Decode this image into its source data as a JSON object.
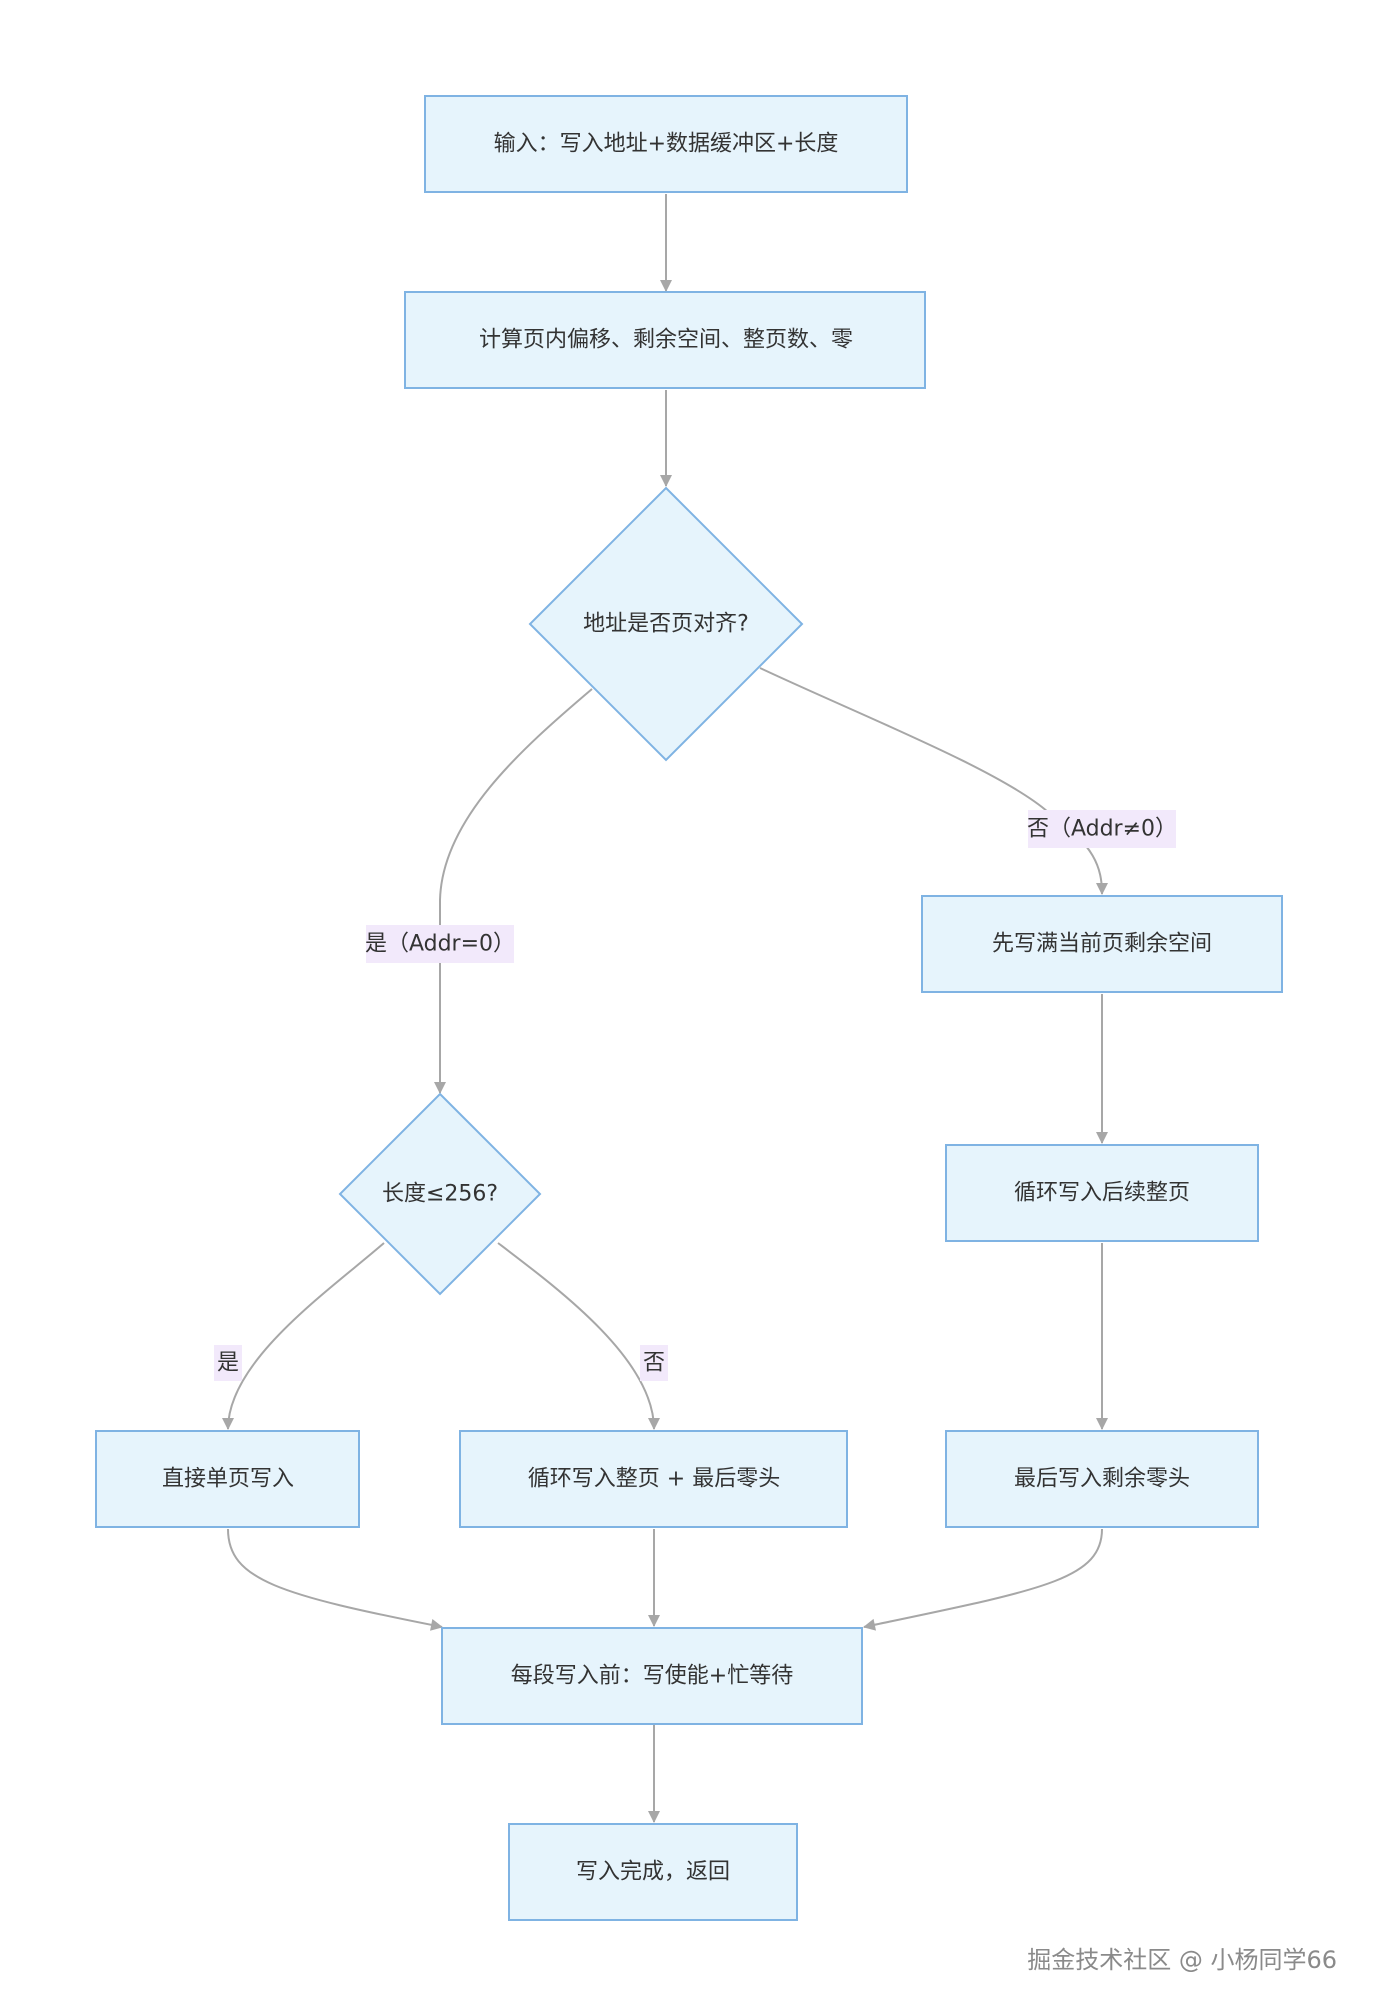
{
  "diagram": {
    "nodes": {
      "input": {
        "label": "输入：写入地址+数据缓冲区+长度"
      },
      "calc": {
        "label": "计算页内偏移、剩余空间、整页数、零"
      },
      "aligned_q": {
        "label": "地址是否页对齐?"
      },
      "len_q": {
        "label": "长度≤256?"
      },
      "fill_current": {
        "label": "先写满当前页剩余空间"
      },
      "loop_pages_right": {
        "label": "循环写入后续整页"
      },
      "single_write": {
        "label": "直接单页写入"
      },
      "loop_pages_tail": {
        "label": "循环写入整页 + 最后零头"
      },
      "write_remaining": {
        "label": "最后写入剩余零头"
      },
      "each_segment": {
        "label": "每段写入前：写使能+忙等待"
      },
      "done": {
        "label": "写入完成，返回"
      }
    },
    "edge_labels": {
      "yes_aligned": "是（Addr=0）",
      "no_aligned": "否（Addr≠0）",
      "yes_len": "是",
      "no_len": "否"
    }
  },
  "watermark": "掘金技术社区 @ 小杨同学66",
  "colors": {
    "node_fill": "#e6f4fc",
    "node_stroke": "#7fb3e3",
    "edge": "#a7a7a7",
    "edge_label_bg": "#f2e9fb",
    "text": "#333333"
  }
}
